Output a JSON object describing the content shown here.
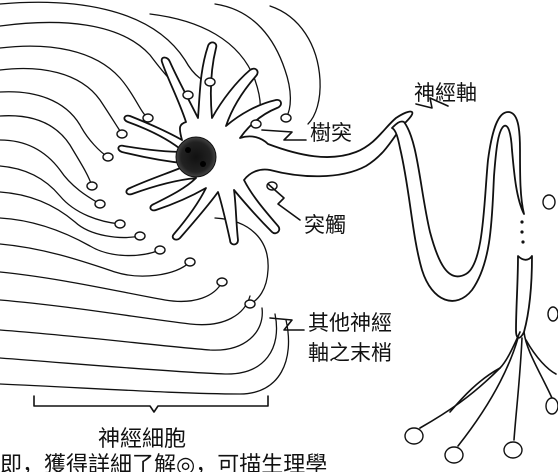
{
  "labels": {
    "dendrite": "樹突",
    "axon": "神經軸",
    "synapse": "突觸",
    "other_axon_line1": "其他神經",
    "other_axon_line2": "軸之末梢",
    "neuron": "神經細胞",
    "bottom_text": "即，獲得詳細了解◎，可描生理學"
  },
  "colors": {
    "ink": "#111111",
    "background": "#ffffff"
  }
}
